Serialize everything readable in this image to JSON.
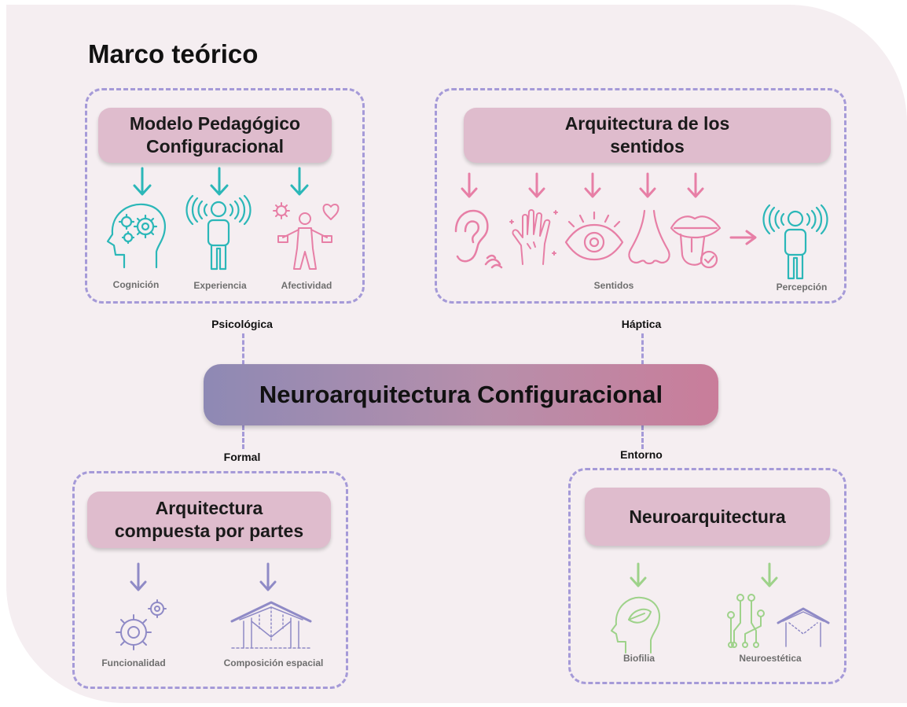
{
  "title": "Marco teórico",
  "center": "Neuroarquitectura Configuracional",
  "connectors": {
    "top_left": "Psicológica",
    "top_right": "Háptica",
    "bottom_left": "Formal",
    "bottom_right": "Entorno"
  },
  "boxes": {
    "pedagogico": {
      "title": "Modelo Pedagógico\nConfiguracional",
      "items": [
        "Cognición",
        "Experiencia",
        "Afectividad"
      ]
    },
    "sentidos": {
      "title": "Arquitectura de los\nsentidos",
      "items": [
        "Sentidos",
        "Percepción"
      ]
    },
    "partes": {
      "title": "Arquitectura\ncompuesta por partes",
      "items": [
        "Funcionalidad",
        "Composición espacial"
      ]
    },
    "neuro": {
      "title": "Neuroarquitectura",
      "items": [
        "Biofilia",
        "Neuroestética"
      ]
    }
  },
  "colors": {
    "background": "#f5eef1",
    "dashed_border": "#a59ad8",
    "pill": "#dfbccd",
    "teal": "#2bb7b8",
    "pink": "#e77fa6",
    "purple": "#8f8ac6",
    "green": "#9ed28a",
    "gradient_start": "#8e89b4",
    "gradient_end": "#c97d9a"
  },
  "icons": [
    "head-gears-icon",
    "person-waves-icon",
    "person-heart-icon",
    "ear-icon",
    "hand-icon",
    "eye-icon",
    "nose-icon",
    "mouth-tongue-icon",
    "gears-icon",
    "roof-structure-icon",
    "head-leaf-icon",
    "circuit-icon"
  ]
}
